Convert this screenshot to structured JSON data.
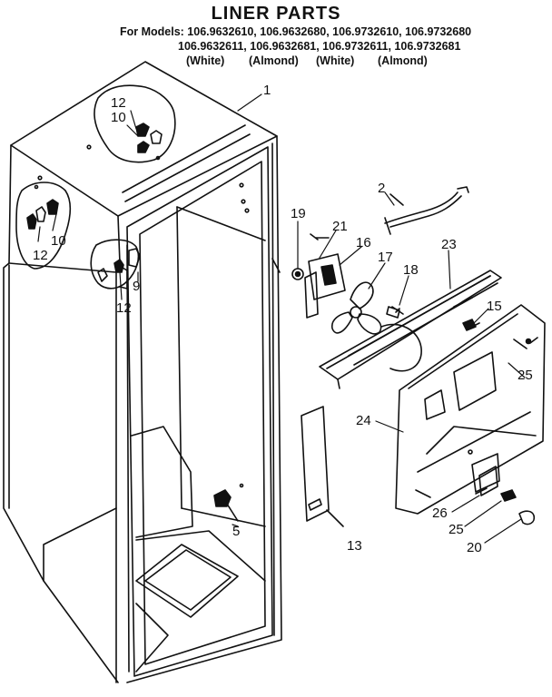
{
  "title": "LINER PARTS",
  "models_line1": "For Models: 106.9632610, 106.9632680, 106.9732610, 106.9732680",
  "models_line2": "106.9632611, 106.9632681, 106.9732611, 106.9732681",
  "variants": [
    "(White)",
    "(Almond)",
    "(White)",
    "(Almond)"
  ],
  "callouts": [
    "1",
    "12",
    "10",
    "10",
    "12",
    "9",
    "12",
    "5",
    "13",
    "19",
    "21",
    "16",
    "17",
    "18",
    "2",
    "23",
    "15",
    "25",
    "24",
    "26",
    "25",
    "20"
  ]
}
